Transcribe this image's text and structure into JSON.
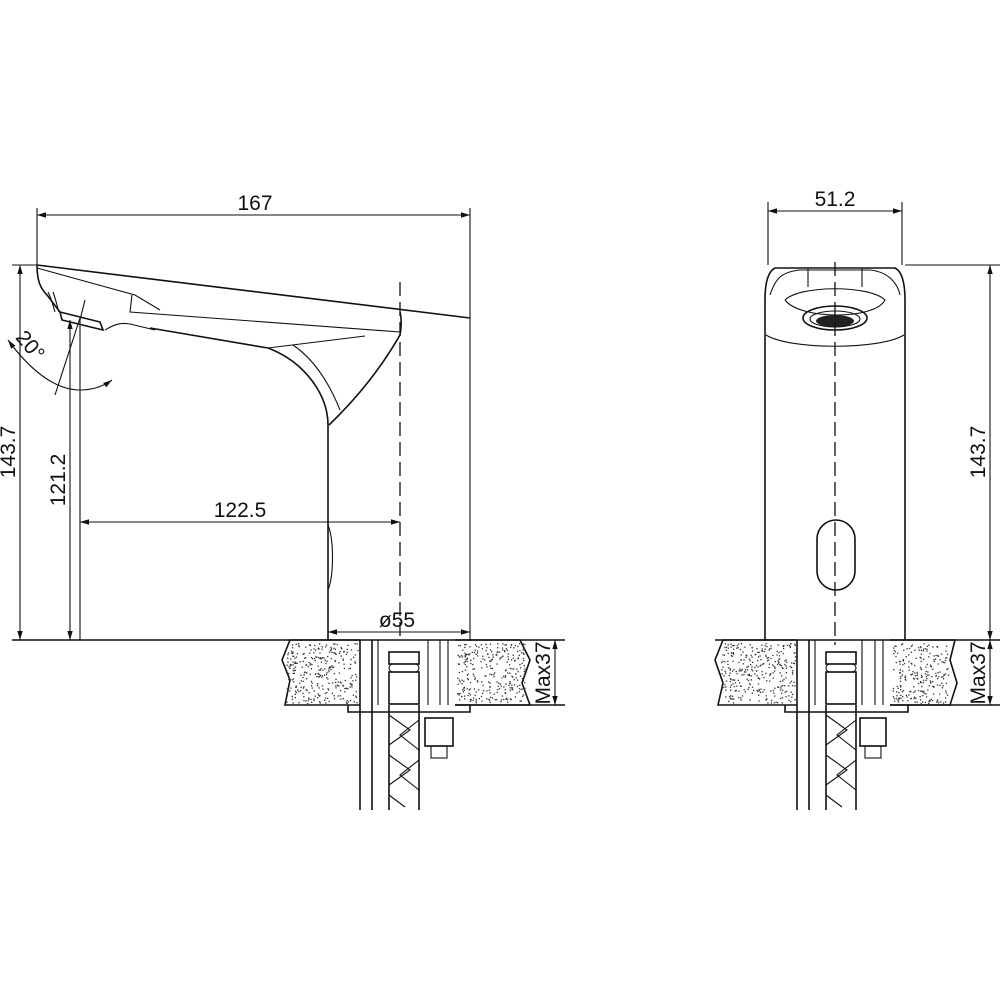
{
  "drawing": {
    "side_view": {
      "overall_length": "167",
      "overall_height": "143.7",
      "spout_height": "121.2",
      "spout_reach": "122.5",
      "base_diameter": "ø55",
      "sensor_angle": "20°",
      "max_counter_thickness": "Max37"
    },
    "front_view": {
      "body_width": "51.2",
      "overall_height": "143.7",
      "max_counter_thickness": "Max37"
    }
  }
}
